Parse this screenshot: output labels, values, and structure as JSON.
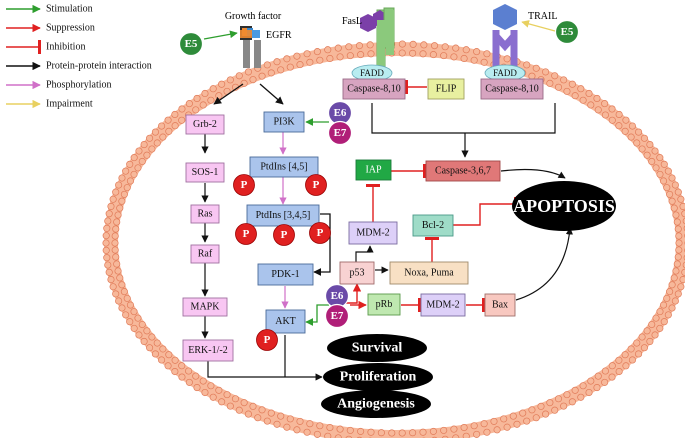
{
  "legend": [
    {
      "label": "Stimulation",
      "color": "#2e9e2e",
      "head": "arrow"
    },
    {
      "label": "Suppression",
      "color": "#e02020",
      "head": "arrow"
    },
    {
      "label": "Inhibition",
      "color": "#e02020",
      "head": "bar"
    },
    {
      "label": "Protein-protein interaction",
      "color": "#111111",
      "head": "arrow"
    },
    {
      "label": "Phosphorylation",
      "color": "#d070c8",
      "head": "arrow"
    },
    {
      "label": "Impairment",
      "color": "#e8d060",
      "head": "arrow"
    }
  ],
  "receptors": {
    "growth_factor": "Growth factor",
    "egfr": "EGFR",
    "fasl": "FasL",
    "trail": "TRAIL",
    "fadd": "FADD"
  },
  "viral": {
    "e5": "E5",
    "e6": "E6",
    "e7": "E7"
  },
  "nodes": {
    "caspase_8_10": "Caspase-8,10",
    "flip": "FLIP",
    "grb2": "Grb-2",
    "sos1": "SOS-1",
    "ras": "Ras",
    "raf": "Raf",
    "mapk": "MAPK",
    "erk": "ERK-1/-2",
    "pi3k": "PI3K",
    "ptdins45": "PtdIns [4,5]",
    "ptdins345": "PtdIns [3,4,5]",
    "pdk1": "PDK-1",
    "akt": "AKT",
    "iap": "IAP",
    "caspase_3_6_7": "Caspase-3,6,7",
    "mdm2": "MDM-2",
    "bcl2": "Bcl-2",
    "p53": "p53",
    "noxa_puma": "Noxa, Puma",
    "prb": "pRb",
    "bax": "Bax"
  },
  "phospho": "P",
  "outcomes": {
    "apoptosis": "APOPTOSIS",
    "survival": "Survival",
    "proliferation": "Proliferation",
    "angiogenesis": "Angiogenesis"
  },
  "colors": {
    "membrane_fill": "#f7b89a",
    "membrane_stroke": "#e07a58",
    "green_receptor": "#8bc97c",
    "purple_receptor": "#8a6ecf",
    "fadd": "#b8ecf0",
    "caspase_8": "#d7a4c0",
    "flip": "#e8f0a0",
    "pink_box": "#f8c6f2",
    "blue_box": "#aac4ec",
    "iap": "#21a845",
    "caspase_3": "#e07878",
    "lavender": "#ddd0f8",
    "bcl2": "#9fdcc8",
    "p53": "#f8d2d2",
    "noxa": "#f8e0c4",
    "prb": "#bfe8b0",
    "bax": "#f8c8c0",
    "e5_e6": "#2e8b3a",
    "e7": "#b01e78",
    "phospho": "#e02020",
    "outcome": "#000000"
  }
}
